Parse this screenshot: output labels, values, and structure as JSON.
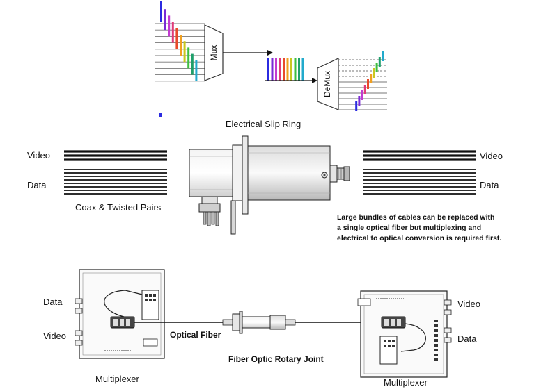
{
  "mux_diagram": {
    "mux_label": "Mux",
    "demux_label": "DeMux",
    "channel_colors": [
      "#2b2be0",
      "#7a2bd6",
      "#c23bd1",
      "#e03b7a",
      "#e84a2b",
      "#f0a020",
      "#c8c820",
      "#3fbf3f",
      "#1f9f6a",
      "#22aacc"
    ]
  },
  "slip_ring": {
    "title": "Electrical Slip Ring",
    "left_video_label": "Video",
    "left_data_label": "Data",
    "left_caption": "Coax & Twisted Pairs",
    "right_video_label": "Video",
    "right_data_label": "Data",
    "note_line1": "Large bundles of cables can be replaced with",
    "note_line2": "a single optical fiber but multiplexing and",
    "note_line3": "electrical to optical conversion is required first."
  },
  "fiber_system": {
    "left_data_label": "Data",
    "left_video_label": "Video",
    "left_caption": "Multiplexer",
    "fiber_label": "Optical Fiber",
    "joint_label": "Fiber Optic Rotary Joint",
    "right_video_label": "Video",
    "right_data_label": "Data",
    "right_caption": "Multiplexer"
  }
}
